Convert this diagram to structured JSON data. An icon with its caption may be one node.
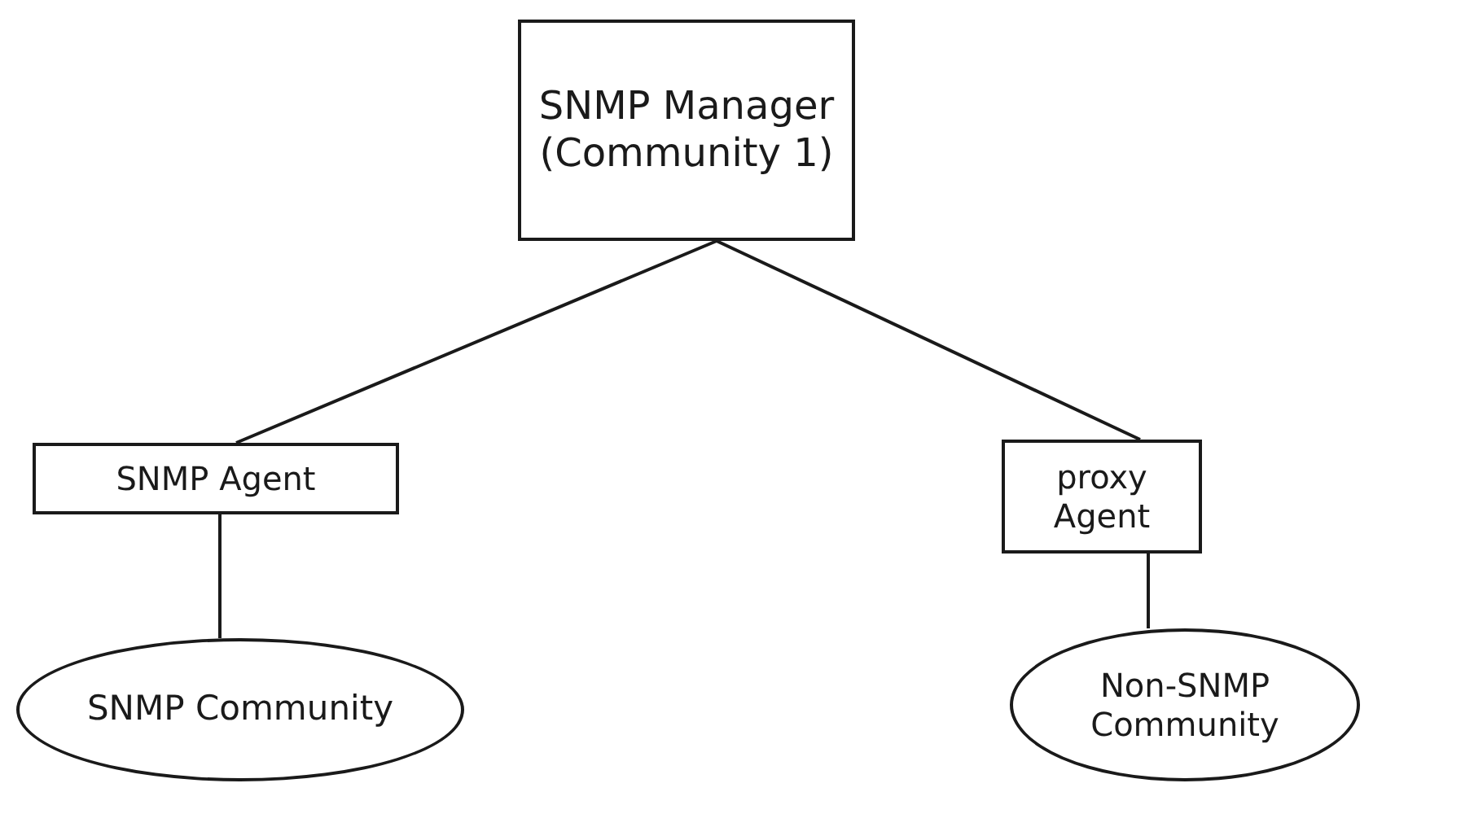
{
  "diagram": {
    "nodes": [
      {
        "text": [
          "SNMP Manager",
          "(Community 1)"
        ]
      },
      {
        "text": [
          "SNMP Agent"
        ]
      },
      {
        "text": [
          "proxy Agent"
        ]
      },
      {
        "text": [
          "SNMP Community"
        ]
      },
      {
        "text": [
          "Non-SNMP Community"
        ]
      }
    ],
    "edges": [
      {
        "from": 0,
        "to": 1,
        "arrow": "none"
      },
      {
        "from": 0,
        "to": 2,
        "arrow": "none"
      },
      {
        "from": 1,
        "to": 3,
        "arrow": "none"
      },
      {
        "from": 2,
        "to": 4,
        "arrow": "none"
      }
    ]
  }
}
